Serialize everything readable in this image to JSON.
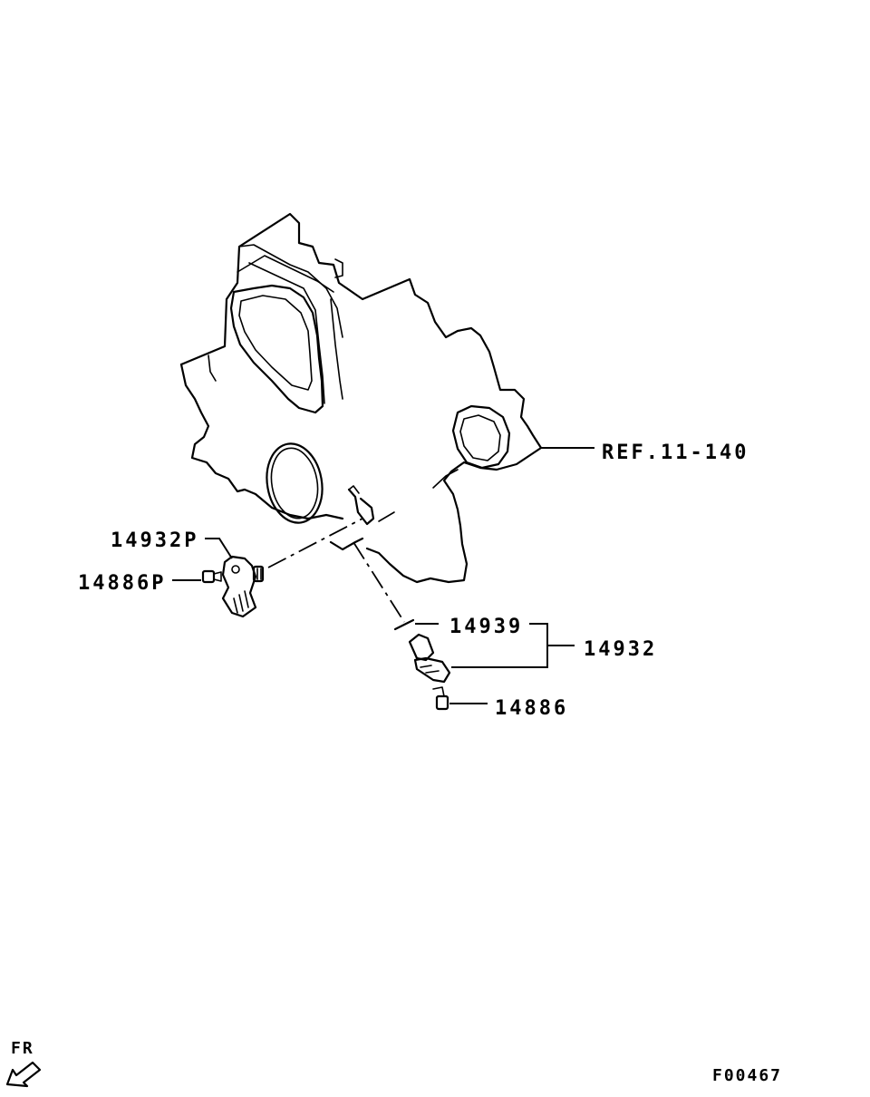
{
  "diagram": {
    "figure_code": "F00467",
    "direction_label": "FR",
    "callouts": {
      "ref": "REF.11-140",
      "sensor_assembly_upper": "14932P",
      "bolt_upper": "14886P",
      "o_ring": "14939",
      "sensor_assembly_lower": "14932",
      "bolt_lower": "14886"
    }
  }
}
